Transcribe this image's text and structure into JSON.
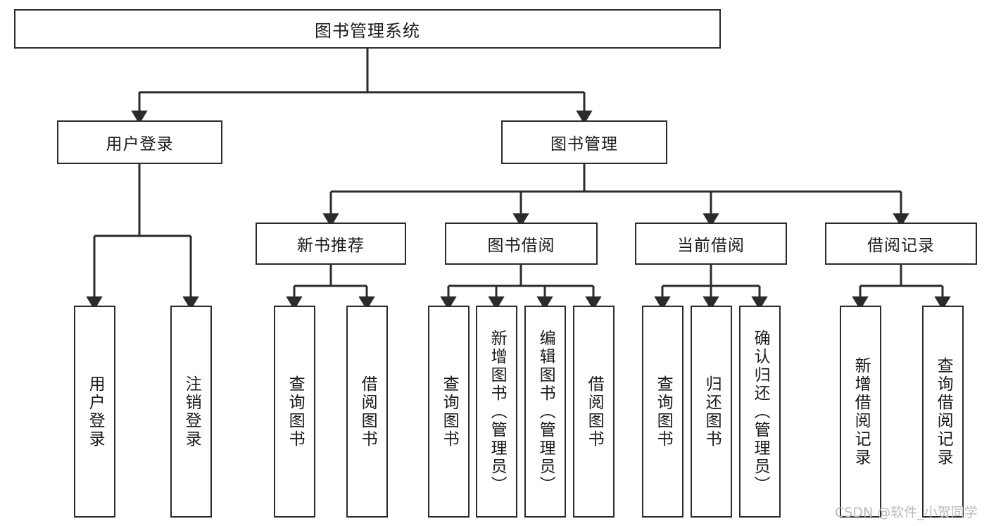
{
  "diagram": {
    "type": "tree",
    "title": "图书管理系统",
    "orientation": "top-down",
    "colors": {
      "box_border": "#2b2b2b",
      "box_fill": "#ffffff",
      "connector": "#2b2b2b",
      "text": "#1a1a1a",
      "watermark": "#b9b9b9",
      "background": "#ffffff"
    },
    "watermark": "CSDN @软件_小贺同学",
    "nodes": {
      "root": {
        "label": "图书管理系统",
        "level": 1
      },
      "l2": [
        {
          "id": "user-login",
          "label": "用户登录",
          "level": 2
        },
        {
          "id": "book-manage",
          "label": "图书管理",
          "level": 2
        }
      ],
      "l3": [
        {
          "id": "new-book-recommend",
          "label": "新书推荐",
          "level": 3,
          "parent": "book-manage"
        },
        {
          "id": "book-borrow",
          "label": "图书借阅",
          "level": 3,
          "parent": "book-manage"
        },
        {
          "id": "current-borrow",
          "label": "当前借阅",
          "level": 3,
          "parent": "book-manage"
        },
        {
          "id": "borrow-record",
          "label": "借阅记录",
          "level": 3,
          "parent": "book-manage"
        }
      ],
      "leaves": [
        {
          "id": "leaf-user-login",
          "label": "用户登录",
          "parent": "user-login"
        },
        {
          "id": "leaf-user-logout",
          "label": "注销登录",
          "parent": "user-login"
        },
        {
          "id": "leaf-query-book-1",
          "label": "查询图书",
          "parent": "new-book-recommend"
        },
        {
          "id": "leaf-borrow-book-1",
          "label": "借阅图书",
          "parent": "new-book-recommend"
        },
        {
          "id": "leaf-query-book-2",
          "label": "查询图书",
          "parent": "book-borrow"
        },
        {
          "id": "leaf-add-book",
          "label": "新增图书（管理员）",
          "parent": "book-borrow"
        },
        {
          "id": "leaf-edit-book",
          "label": "编辑图书（管理员）",
          "parent": "book-borrow"
        },
        {
          "id": "leaf-borrow-book-2",
          "label": "借阅图书",
          "parent": "book-borrow"
        },
        {
          "id": "leaf-query-book-3",
          "label": "查询图书",
          "parent": "current-borrow"
        },
        {
          "id": "leaf-return-book",
          "label": "归还图书",
          "parent": "current-borrow"
        },
        {
          "id": "leaf-confirm-return",
          "label": "确认归还（管理员）",
          "parent": "current-borrow"
        },
        {
          "id": "leaf-add-record",
          "label": "新增借阅记录",
          "parent": "borrow-record"
        },
        {
          "id": "leaf-query-record",
          "label": "查询借阅记录",
          "parent": "borrow-record"
        }
      ]
    }
  }
}
